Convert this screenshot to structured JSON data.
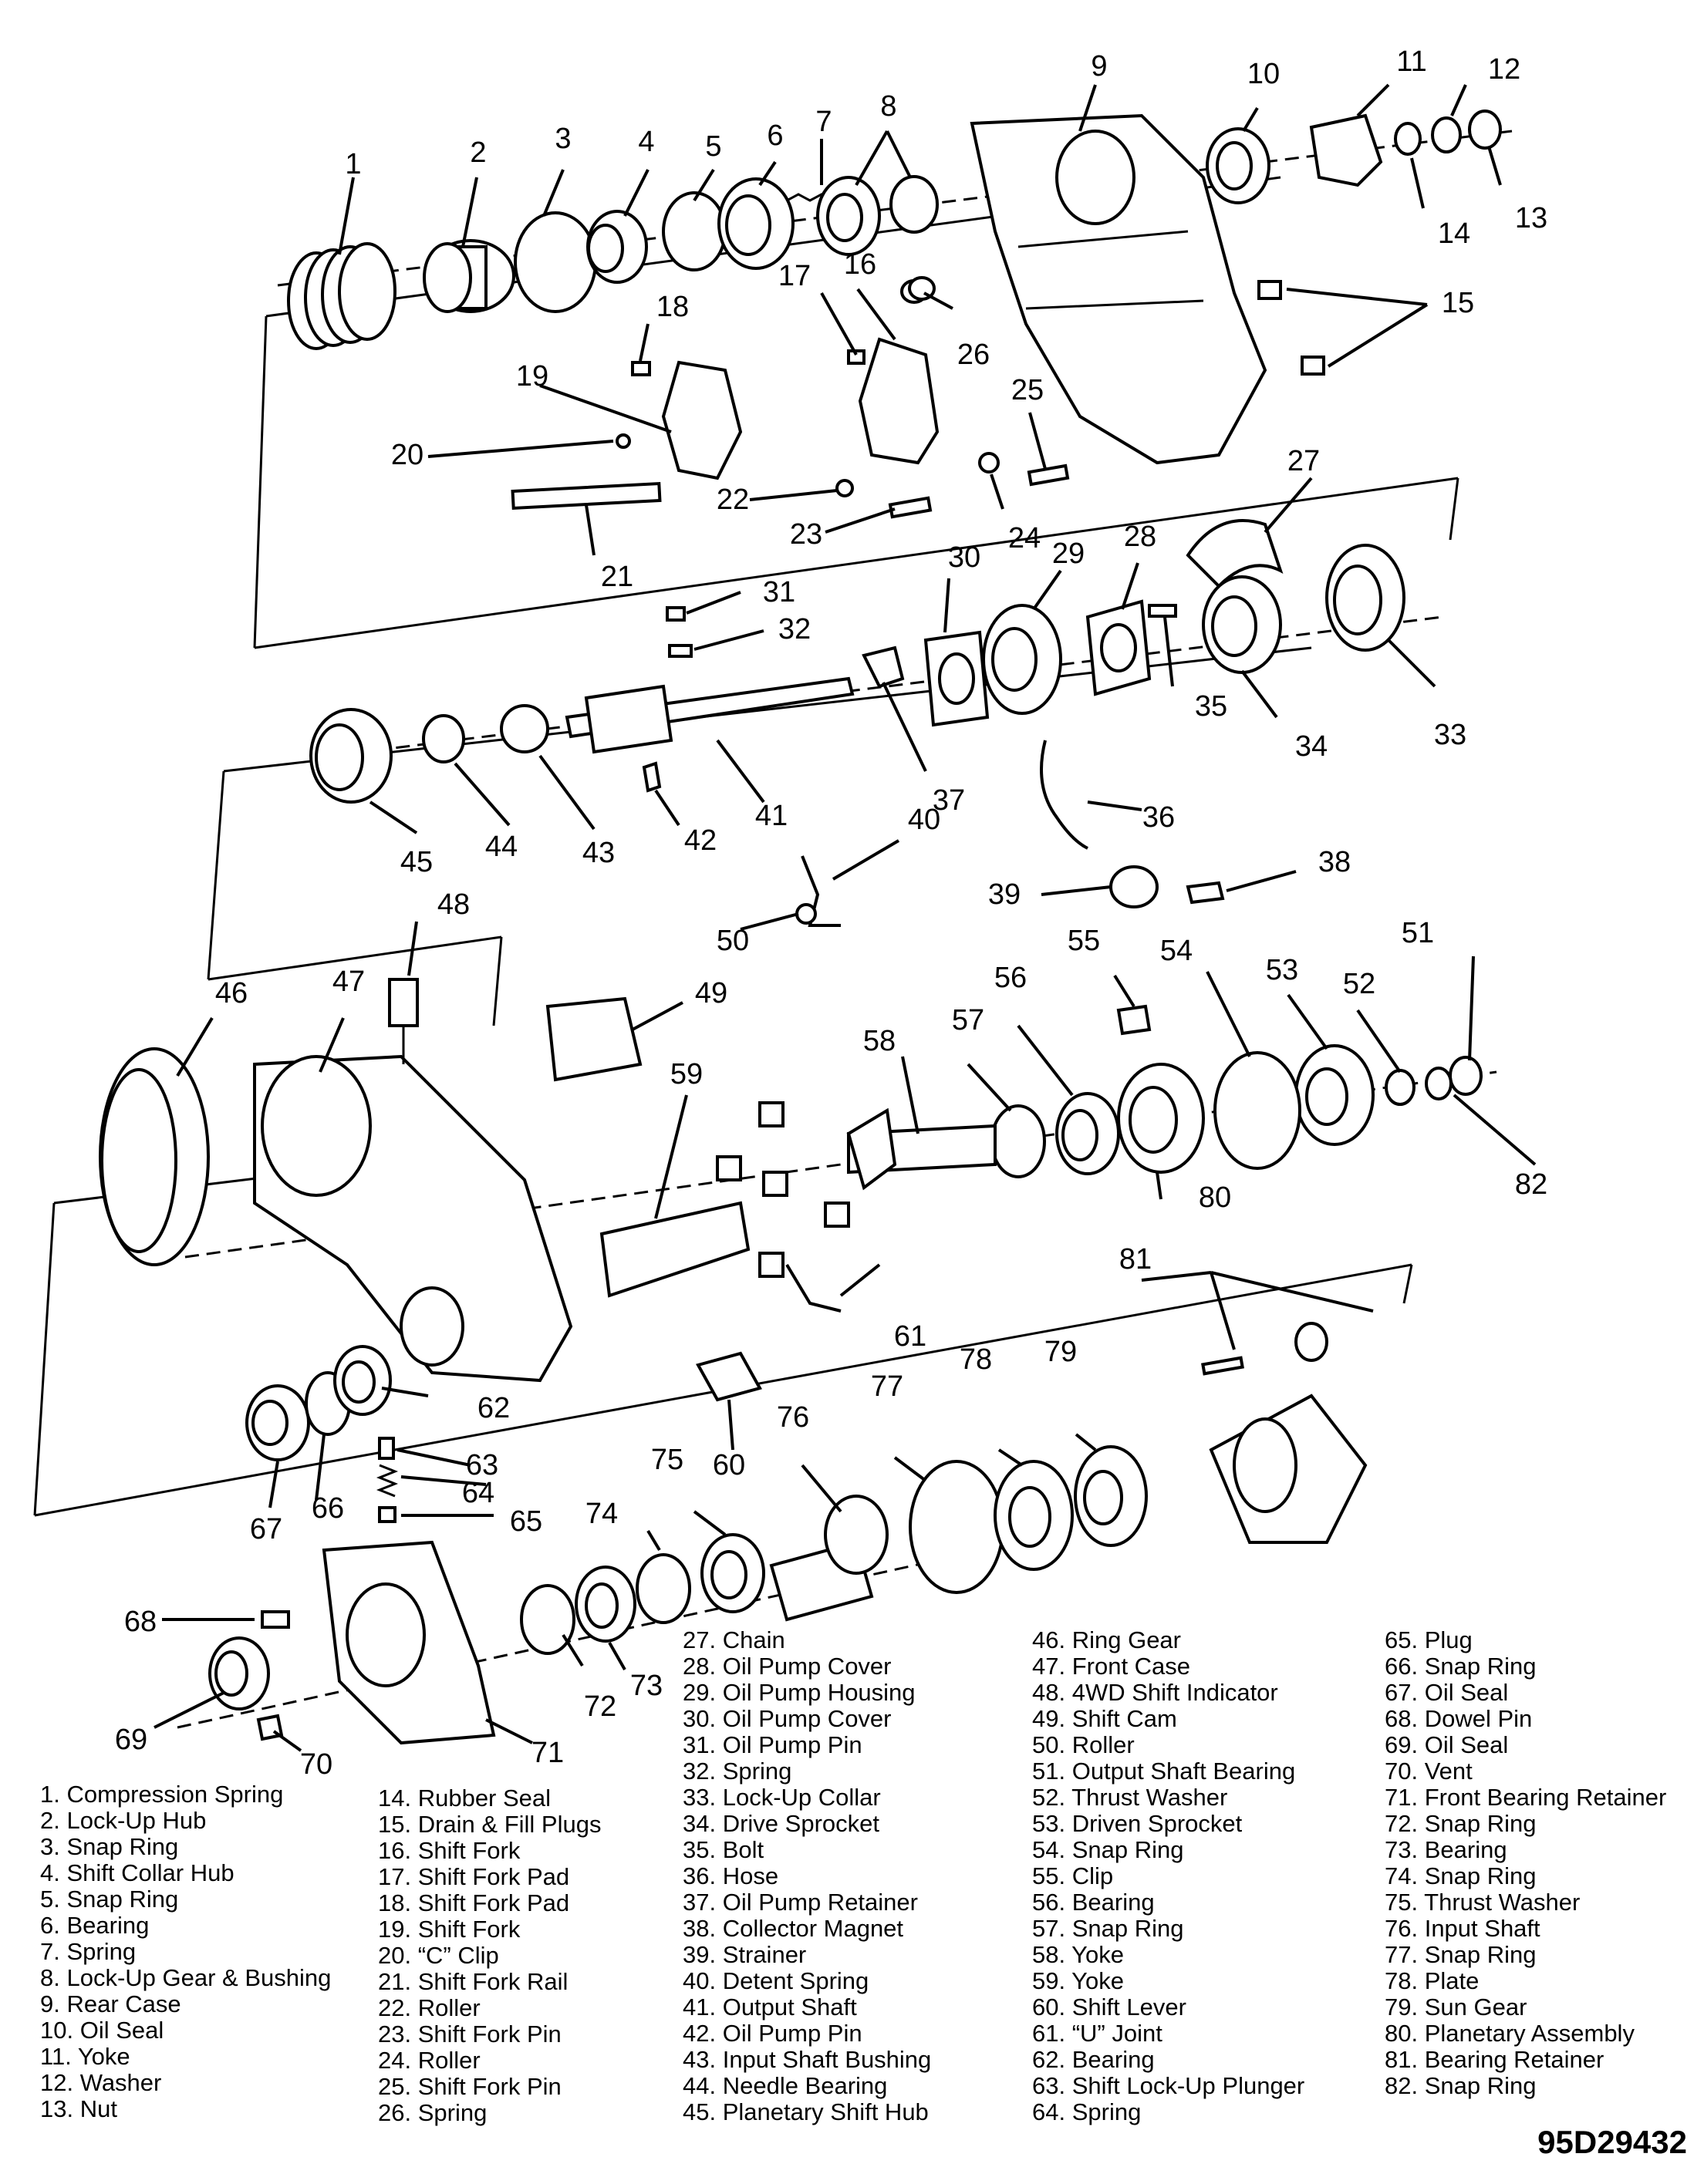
{
  "diagram_code": "95D29432",
  "callout_numbers": [
    "1",
    "2",
    "3",
    "4",
    "5",
    "6",
    "7",
    "8",
    "9",
    "10",
    "11",
    "12",
    "13",
    "14",
    "15",
    "16",
    "17",
    "18",
    "19",
    "20",
    "21",
    "22",
    "23",
    "24",
    "25",
    "26",
    "27",
    "28",
    "29",
    "30",
    "31",
    "32",
    "33",
    "34",
    "35",
    "36",
    "37",
    "38",
    "39",
    "40",
    "41",
    "42",
    "43",
    "44",
    "45",
    "46",
    "47",
    "48",
    "49",
    "50",
    "51",
    "52",
    "53",
    "54",
    "55",
    "56",
    "57",
    "58",
    "59",
    "60",
    "61",
    "62",
    "63",
    "64",
    "65",
    "66",
    "67",
    "68",
    "69",
    "70",
    "71",
    "72",
    "73",
    "74",
    "75",
    "76",
    "77",
    "78",
    "79",
    "80",
    "81",
    "82"
  ],
  "legend": {
    "col1": [
      "1. Compression Spring",
      "2. Lock-Up Hub",
      "3. Snap Ring",
      "4. Shift Collar Hub",
      "5. Snap Ring",
      "6. Bearing",
      "7. Spring",
      "8. Lock-Up Gear & Bushing",
      "9. Rear Case",
      "10. Oil Seal",
      "11. Yoke",
      "12. Washer",
      "13. Nut"
    ],
    "col2": [
      "14. Rubber Seal",
      "15. Drain & Fill Plugs",
      "16. Shift Fork",
      "17. Shift Fork Pad",
      "18. Shift Fork Pad",
      "19. Shift Fork",
      "20. “C” Clip",
      "21. Shift Fork Rail",
      "22. Roller",
      "23. Shift Fork Pin",
      "24. Roller",
      "25. Shift Fork Pin",
      "26. Spring"
    ],
    "col3": [
      "27. Chain",
      "28. Oil Pump Cover",
      "29. Oil Pump Housing",
      "30. Oil Pump Cover",
      "31. Oil Pump Pin",
      "32. Spring",
      "33. Lock-Up Collar",
      "34. Drive Sprocket",
      "35. Bolt",
      "36. Hose",
      "37. Oil Pump Retainer",
      "38. Collector Magnet",
      "39. Strainer",
      "40. Detent Spring",
      "41. Output Shaft",
      "42. Oil Pump Pin",
      "43. Input Shaft Bushing",
      "44. Needle Bearing",
      "45. Planetary Shift Hub"
    ],
    "col4": [
      "46. Ring Gear",
      "47. Front Case",
      "48. 4WD Shift Indicator",
      "49. Shift Cam",
      "50. Roller",
      "51. Output Shaft Bearing",
      "52. Thrust Washer",
      "53. Driven Sprocket",
      "54. Snap Ring",
      "55. Clip",
      "56. Bearing",
      "57. Snap Ring",
      "58. Yoke",
      "59. Yoke",
      "60. Shift Lever",
      "61. “U” Joint",
      "62. Bearing",
      "63. Shift Lock-Up Plunger",
      "64. Spring"
    ],
    "col5": [
      "65. Plug",
      "66. Snap Ring",
      "67. Oil Seal",
      "68. Dowel Pin",
      "69. Oil Seal",
      "70. Vent",
      "71. Front Bearing Retainer",
      "72. Snap Ring",
      "73. Bearing",
      "74. Snap Ring",
      "75. Thrust Washer",
      "76. Input Shaft",
      "77. Snap Ring",
      "78. Plate",
      "79. Sun Gear",
      "80. Planetary Assembly",
      "81. Bearing Retainer",
      "82. Snap Ring"
    ]
  }
}
